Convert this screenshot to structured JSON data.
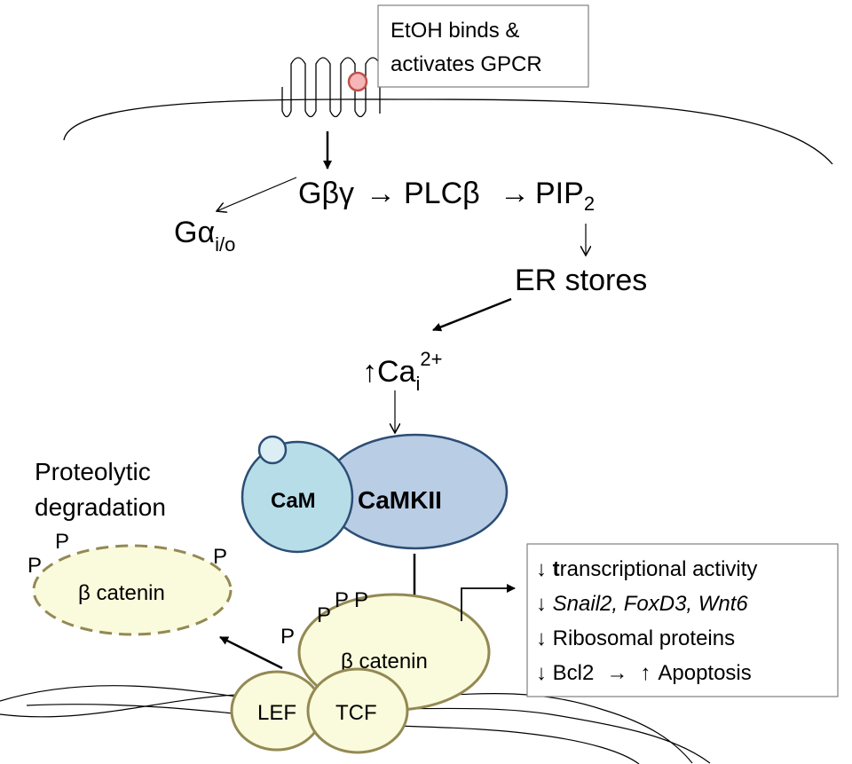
{
  "callout": {
    "line1": "EtOH binds &",
    "line2": "activates  GPCR"
  },
  "pathway": {
    "g_beta_gamma": "Gβγ",
    "arrow_right": "→",
    "plc_beta": "PLCβ",
    "pip": "PIP",
    "pip_sub": "2",
    "g_alpha": "Gα",
    "g_alpha_sub": "i/o",
    "er_stores": "ER stores",
    "ca_up": "↑Ca",
    "ca_sub": "i",
    "ca_sup": "2+"
  },
  "complex": {
    "cam": "CaM",
    "camkii": "CaMKII"
  },
  "degradation": {
    "line1": "Proteolytic",
    "line2": "degradation",
    "beta_catenin": "β catenin",
    "phospho": "P"
  },
  "nucleus": {
    "beta_catenin": "β catenin",
    "phospho": "P",
    "lef": "LEF",
    "tcf": "TCF"
  },
  "effects": {
    "down": "↓",
    "up": "↑",
    "arrow": "→",
    "e1_t": "t",
    "e1_rest": "ranscriptional activity",
    "e2": "Snail2, FoxD3, Wnt6",
    "e3": "Ribosomal proteins",
    "e4_a": "Bcl2",
    "e4_b": "Apoptosis"
  },
  "colors": {
    "receptor_dot_fill": "#f4b6b6",
    "receptor_dot_stroke": "#c0504d",
    "cam_fill": "#b7dde8",
    "camkii_fill": "#b9cde5",
    "complex_stroke": "#2c4d75",
    "catenin_fill": "#fafadc",
    "catenin_stroke": "#938953"
  }
}
